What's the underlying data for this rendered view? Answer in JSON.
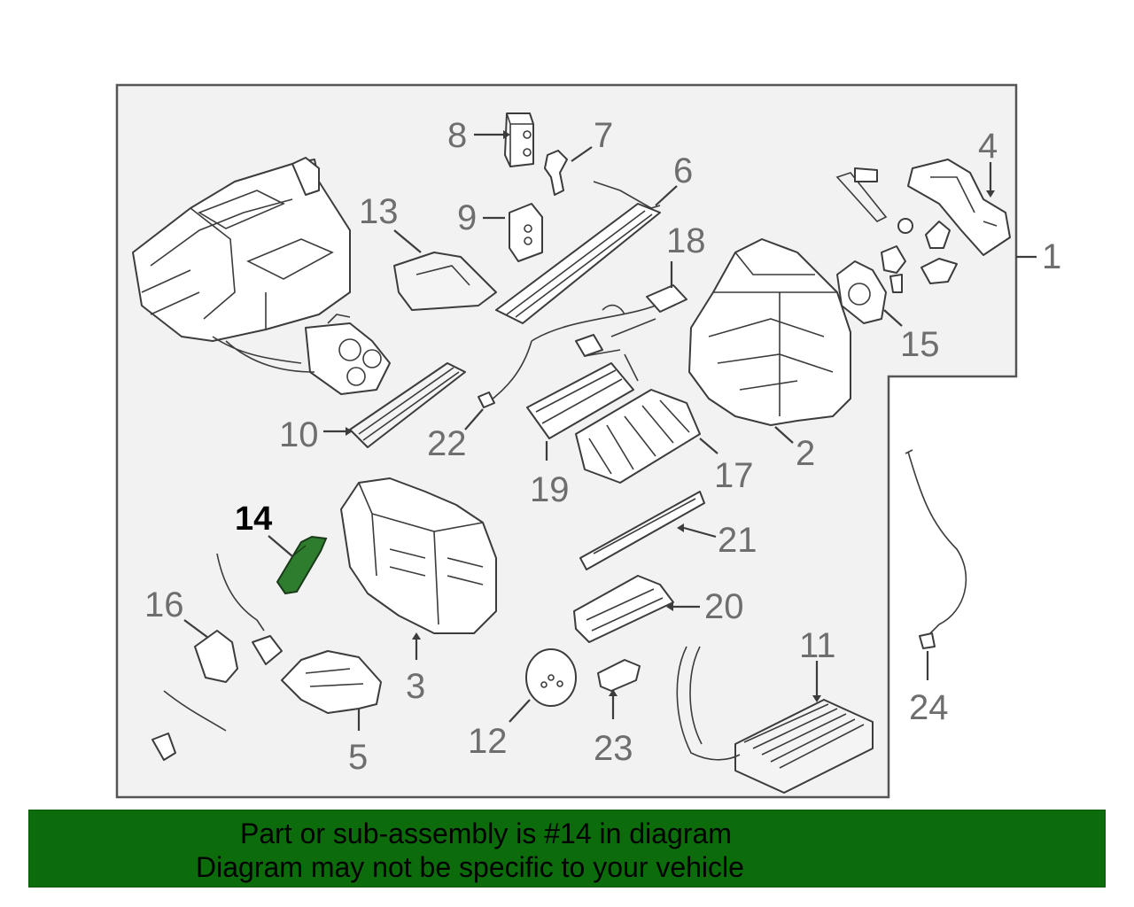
{
  "diagram": {
    "callouts": {
      "c1": "1",
      "c2": "2",
      "c3": "3",
      "c4": "4",
      "c5": "5",
      "c6": "6",
      "c7": "7",
      "c8": "8",
      "c9": "9",
      "c10": "10",
      "c11": "11",
      "c12": "12",
      "c13": "13",
      "c14": "14",
      "c15": "15",
      "c16": "16",
      "c17": "17",
      "c18": "18",
      "c19": "19",
      "c20": "20",
      "c21": "21",
      "c22": "22",
      "c23": "23",
      "c24": "24"
    },
    "highlight_part": "14",
    "colors": {
      "highlight_fill": "#2e7d2e",
      "banner_bg": "#0c6c0c",
      "frame_bg": "#f2f2f2",
      "line": "#3c3c3c"
    }
  },
  "banner": {
    "line1": "Part or sub-assembly is #14 in diagram",
    "line2": "Diagram may not be specific to your vehicle"
  }
}
